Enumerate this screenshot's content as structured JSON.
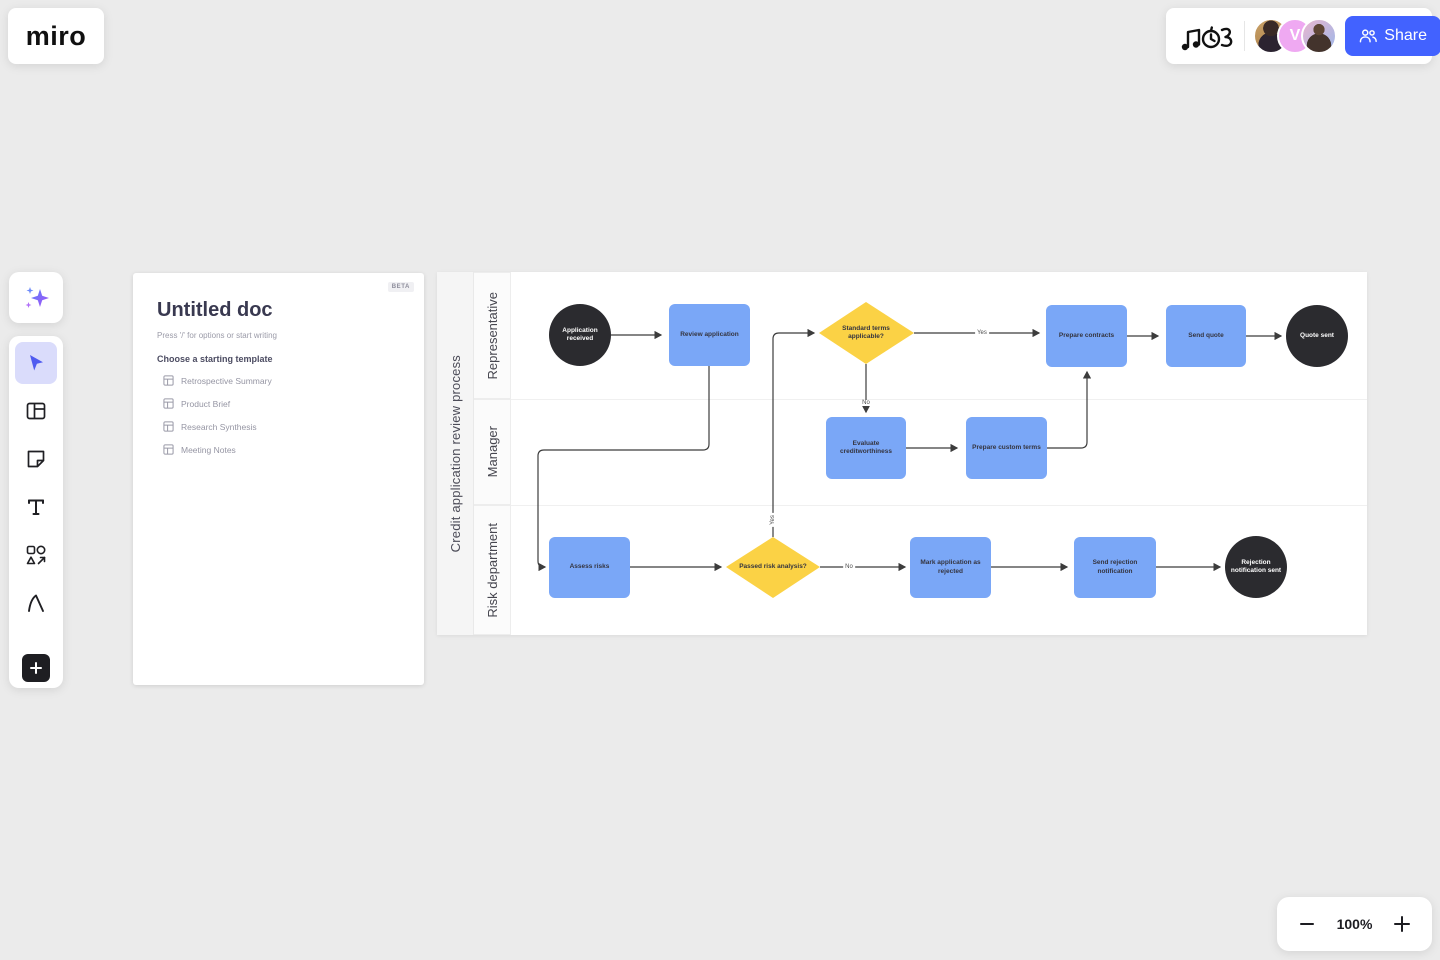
{
  "app": {
    "logo": "miro"
  },
  "topbar": {
    "share_label": "Share",
    "collaborators": [
      {
        "type": "photo"
      },
      {
        "type": "initial",
        "initial": "V"
      },
      {
        "type": "photo"
      }
    ]
  },
  "toolbar": {
    "tools": [
      "ai-assistant",
      "select",
      "templates",
      "sticky-note",
      "text",
      "shapes",
      "pen",
      "add"
    ]
  },
  "doc_panel": {
    "beta_badge": "BETA",
    "title": "Untitled doc",
    "subtitle": "Press '/' for options or start writing",
    "templates_heading": "Choose a starting template",
    "templates": [
      "Retrospective Summary",
      "Product Brief",
      "Research Synthesis",
      "Meeting Notes"
    ]
  },
  "flowchart": {
    "title": "Credit application review process",
    "lanes": [
      {
        "label": "Representative"
      },
      {
        "label": "Manager"
      },
      {
        "label": "Risk department"
      }
    ],
    "nodes": {
      "application_received": {
        "label": "Application received",
        "type": "start"
      },
      "review_application": {
        "label": "Review application",
        "type": "process"
      },
      "standard_terms": {
        "label": "Standard terms applicable?",
        "type": "decision"
      },
      "prepare_contracts": {
        "label": "Prepare contracts",
        "type": "process"
      },
      "send_quote": {
        "label": "Send quote",
        "type": "process"
      },
      "quote_sent": {
        "label": "Quote sent",
        "type": "end"
      },
      "evaluate_creditworthiness": {
        "label": "Evaluate creditworthiness",
        "type": "process"
      },
      "prepare_custom_terms": {
        "label": "Prepare custom terms",
        "type": "process"
      },
      "assess_risks": {
        "label": "Assess risks",
        "type": "process"
      },
      "passed_risk_analysis": {
        "label": "Passed risk analysis?",
        "type": "decision"
      },
      "mark_rejected": {
        "label": "Mark application as rejected",
        "type": "process"
      },
      "send_rejection": {
        "label": "Send rejection notification",
        "type": "process"
      },
      "rejection_sent": {
        "label": "Rejection notification sent",
        "type": "end"
      }
    },
    "edge_labels": {
      "standard_yes": "Yes",
      "standard_no": "No",
      "risk_yes": "Yes",
      "risk_no": "No"
    }
  },
  "zoom_controls": {
    "level": "100%"
  },
  "colors": {
    "canvas": "#ebebeb",
    "accent_blue": "#4262ff",
    "node_blue": "#7aa7f7",
    "node_yellow": "#fbd245",
    "node_dark": "#2b2b2f"
  }
}
